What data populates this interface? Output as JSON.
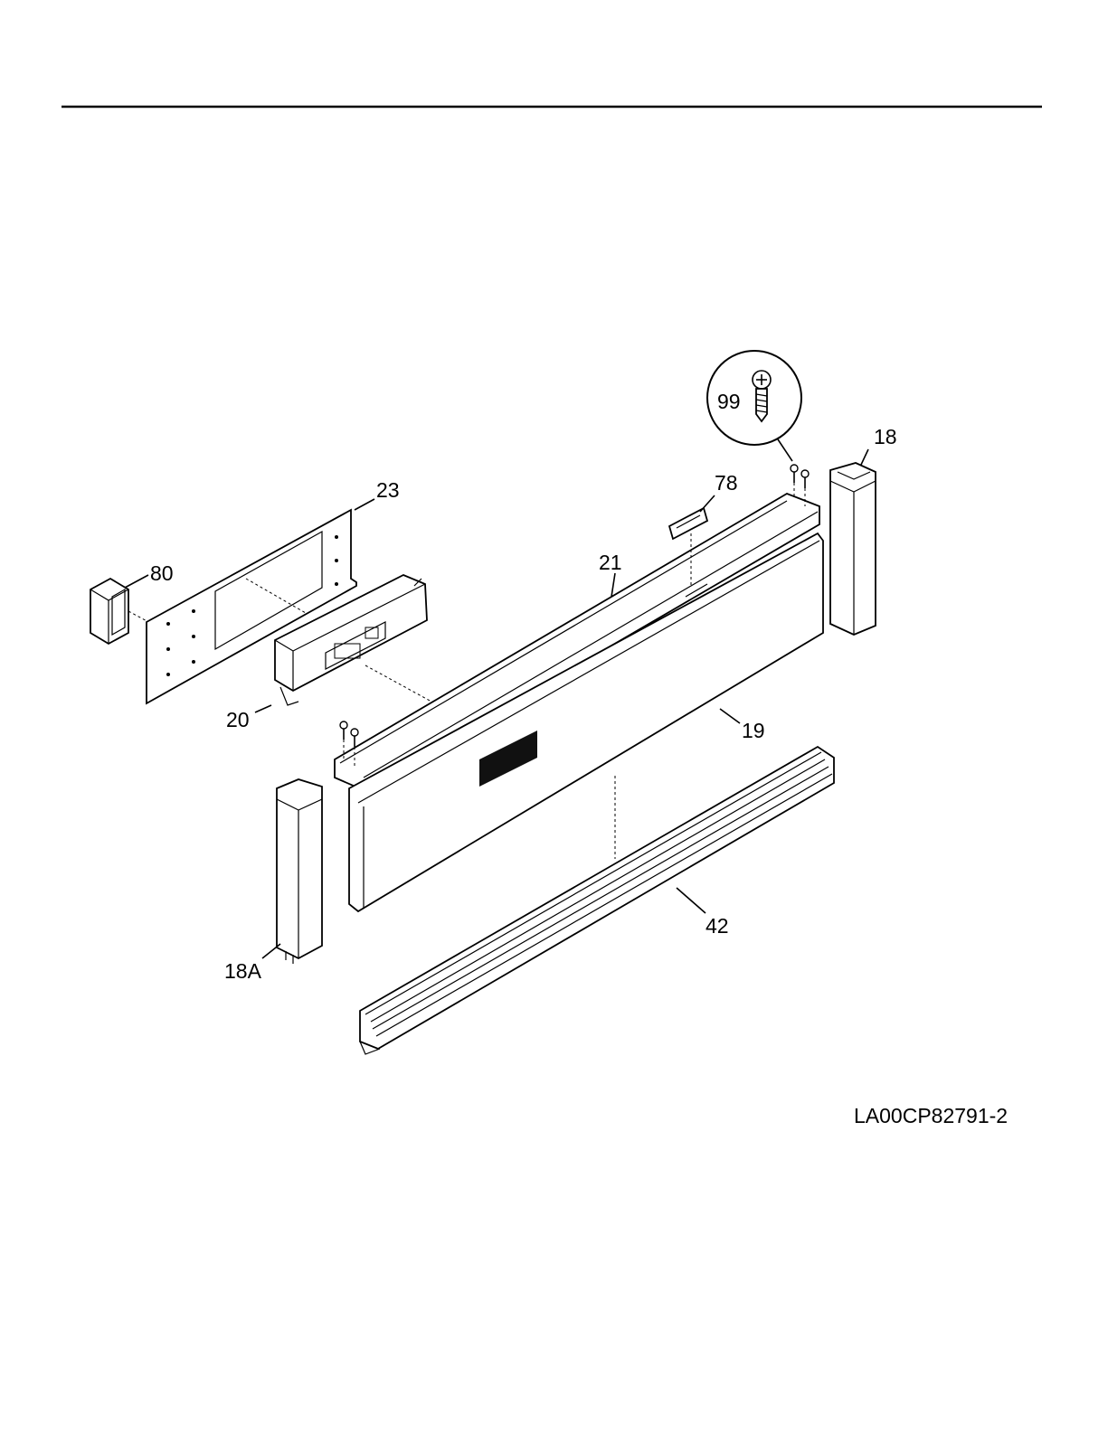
{
  "diagram": {
    "drawing_code": "LA00CP82791-2",
    "callouts": {
      "p99": "99",
      "p18": "18",
      "p78": "78",
      "p23": "23",
      "p21": "21",
      "p80": "80",
      "p20": "20",
      "p19": "19",
      "p42": "42",
      "p18a": "18A"
    }
  }
}
